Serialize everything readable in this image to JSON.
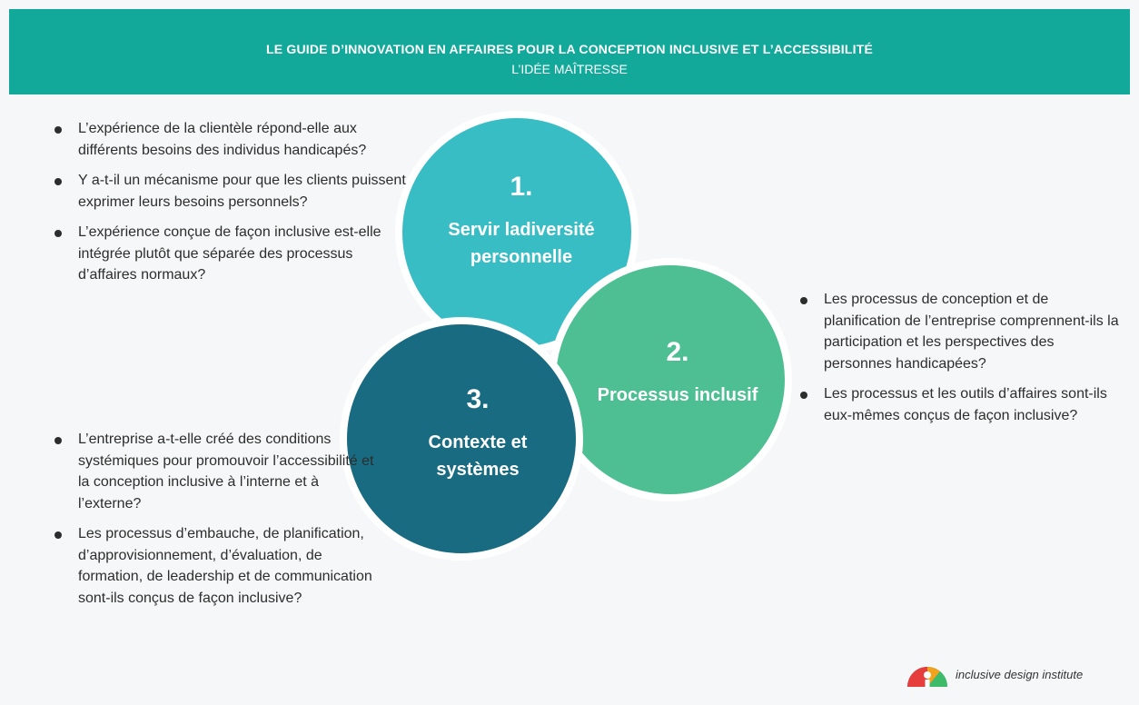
{
  "header": {
    "title": "LE GUIDE D’INNOVATION EN AFFAIRES POUR LA CONCEPTION INCLUSIVE ET L’ACCESSIBILITÉ",
    "subtitle": "L’IDÉE MAÎTRESSE"
  },
  "colors": {
    "header_bg": "#12a89a",
    "circle_1": "#39bdc4",
    "circle_2": "#4dbf92",
    "circle_3": "#186b80",
    "background": "#f6f7f8"
  },
  "circles": [
    {
      "number": "1.",
      "line1": "Servir ladiversité",
      "line2": "personnelle"
    },
    {
      "number": "2.",
      "line1": "Processus inclusif",
      "line2": ""
    },
    {
      "number": "3.",
      "line1": "Contexte et",
      "line2": "systèmes"
    }
  ],
  "questions_1": [
    "L’expérience de la clientèle répond-elle aux différents besoins des individus handicapés?",
    "Y a-t-il un mécanisme pour que les clients puissent exprimer leurs besoins personnels?",
    "L’expérience conçue de façon inclusive est-elle intégrée plutôt que séparée des processus d’affaires normaux?"
  ],
  "questions_2": [
    "Les processus de conception et de planification de l’entreprise comprennent-ils la participation et les perspectives des personnes handicapées?",
    "Les processus et les outils d’affaires sont-ils eux-mêmes conçus de façon inclusive?"
  ],
  "questions_3": [
    "L’entreprise a-t-elle créé des conditions systémiques pour promouvoir l’accessibilité et la conception inclusive à l’interne et à l’externe?",
    "Les processus d’embauche, de planification, d’approvisionnement, d’évaluation, de formation, de leadership et de communication sont-ils conçus de façon inclusive?"
  ],
  "logo": {
    "text": "inclusive design institute",
    "icon": "idi-logo-icon"
  }
}
